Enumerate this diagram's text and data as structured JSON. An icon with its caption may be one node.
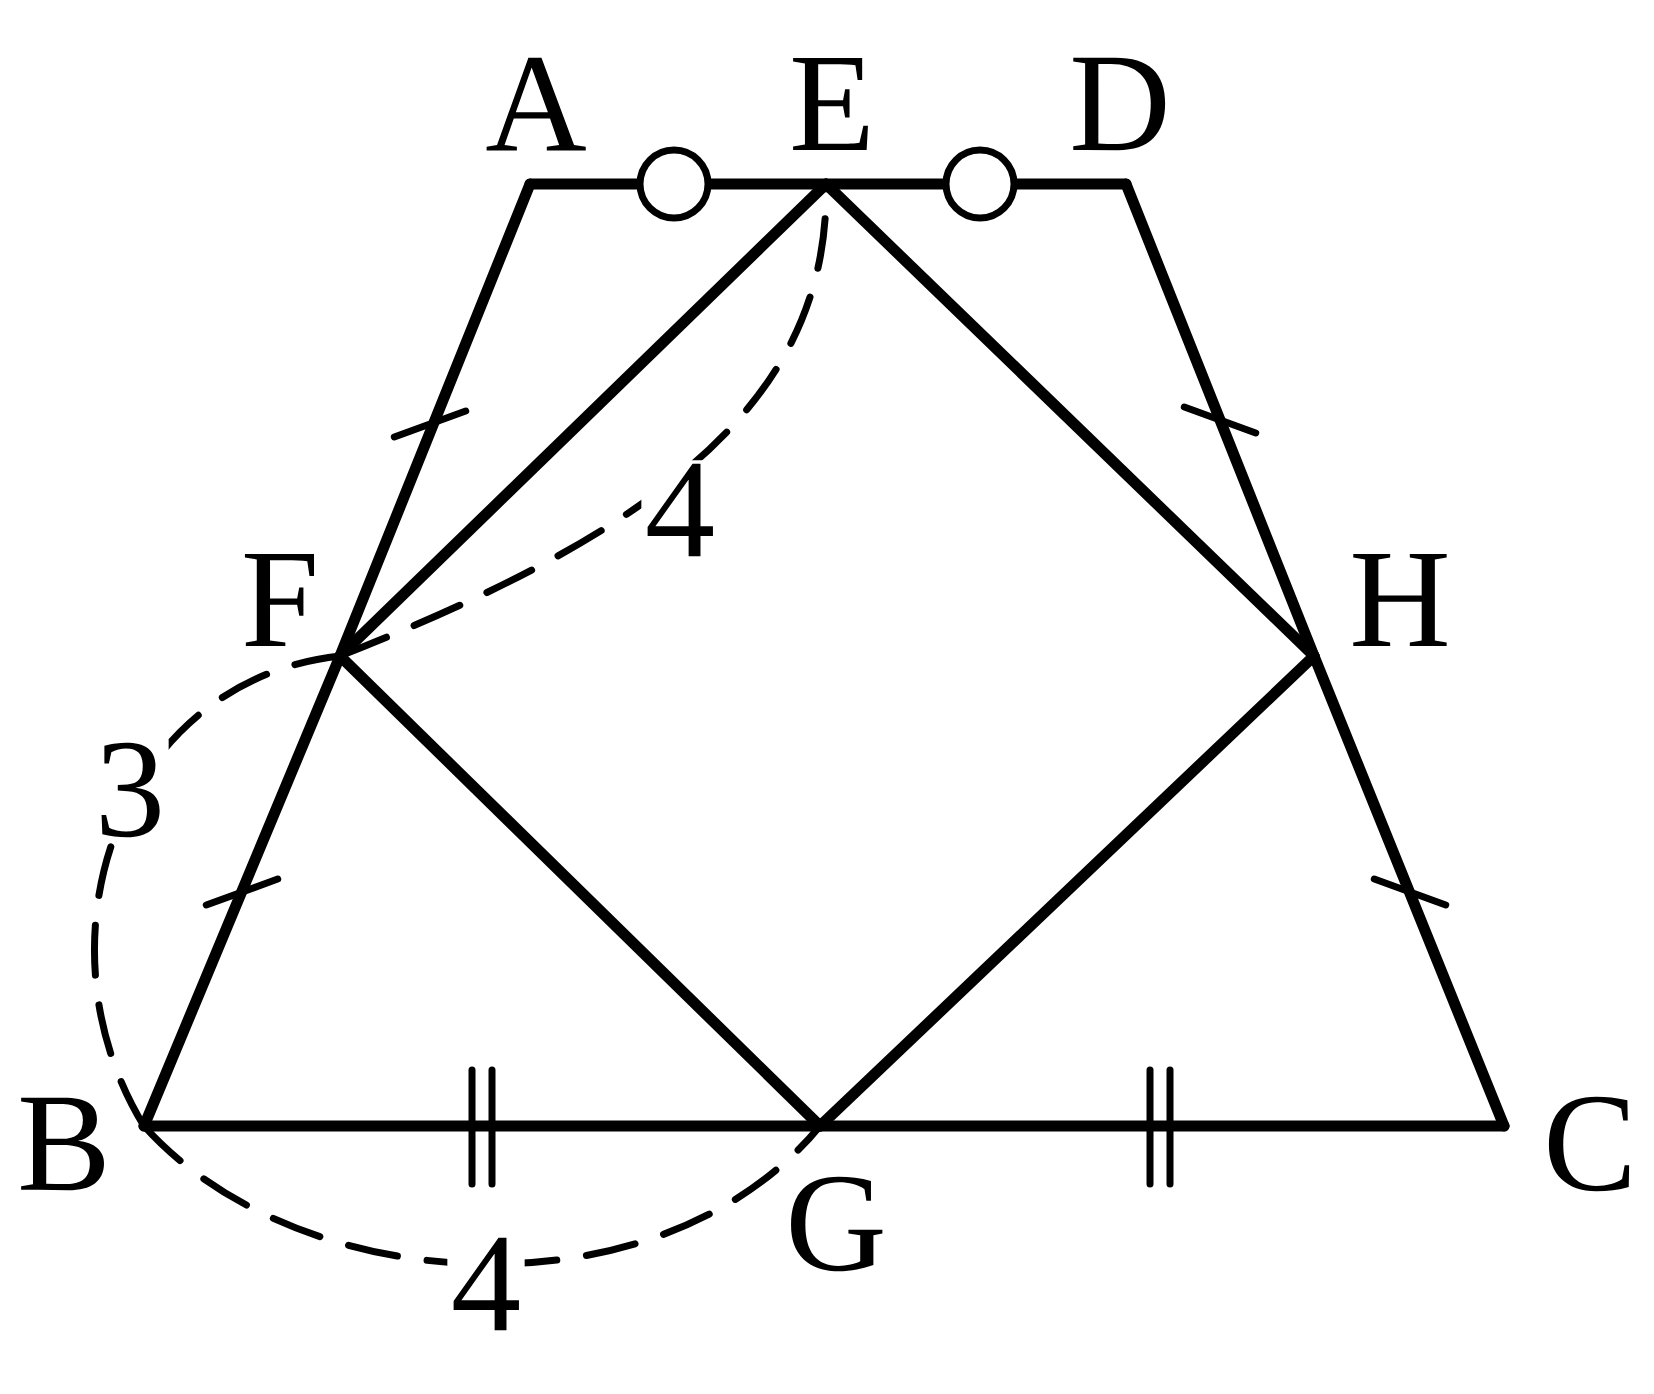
{
  "diagram": {
    "nodes": [
      {
        "text": [
          "A"
        ]
      },
      {
        "text": [
          "E"
        ]
      },
      {
        "text": [
          "D"
        ]
      },
      {
        "text": [
          "F"
        ]
      },
      {
        "text": [
          "H"
        ]
      },
      {
        "text": [
          "B"
        ]
      },
      {
        "text": [
          "G"
        ]
      },
      {
        "text": [
          "C"
        ]
      }
    ],
    "edges": [
      {
        "from": 0,
        "to": 1,
        "arrow": "none"
      },
      {
        "from": 1,
        "to": 2,
        "arrow": "none"
      },
      {
        "from": 0,
        "to": 3,
        "arrow": "none"
      },
      {
        "from": 3,
        "to": 5,
        "arrow": "none"
      },
      {
        "from": 2,
        "to": 4,
        "arrow": "none"
      },
      {
        "from": 4,
        "to": 7,
        "arrow": "none"
      },
      {
        "from": 5,
        "to": 6,
        "arrow": "none"
      },
      {
        "from": 6,
        "to": 7,
        "arrow": "none"
      },
      {
        "from": 1,
        "to": 3,
        "arrow": "none"
      },
      {
        "from": 3,
        "to": 6,
        "arrow": "none"
      },
      {
        "from": 6,
        "to": 4,
        "arrow": "none"
      },
      {
        "from": 4,
        "to": 1,
        "arrow": "none"
      },
      {
        "from": 3,
        "to": 1,
        "arrow": "none",
        "style": "dashed",
        "label": "4"
      },
      {
        "from": 5,
        "to": 3,
        "arrow": "none",
        "style": "dashed",
        "label": "3"
      },
      {
        "from": 5,
        "to": 6,
        "arrow": "none",
        "style": "dashed",
        "label": "4"
      }
    ]
  }
}
